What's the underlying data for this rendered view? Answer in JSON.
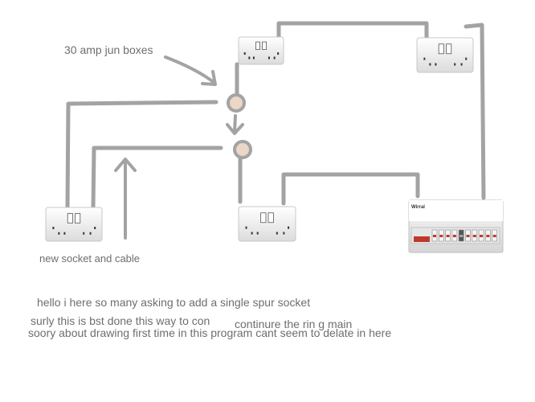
{
  "colors": {
    "wire": "#a3a3a3",
    "text": "#6e6e6e",
    "socket_face": "#f2f2f2",
    "socket_edge": "#c8c8c8",
    "junction_fill": "#ead7c8",
    "consumer_unit_red": "#c0392b"
  },
  "labels": {
    "jun_boxes": "30 amp jun boxes",
    "new_socket": "new socket and cable",
    "line1": "hello i here so many asking to add a single spur socket",
    "line2": "surly this is bst done this way to con",
    "line2b": "continure the rin g main",
    "line3": "soory about drawing first time in this program cant seem to delate in here"
  },
  "consumer_unit": {
    "brand": "Wirral"
  },
  "icons": [
    "double-socket-icon",
    "junction-box-icon",
    "consumer-unit-icon",
    "arrow-icon"
  ]
}
